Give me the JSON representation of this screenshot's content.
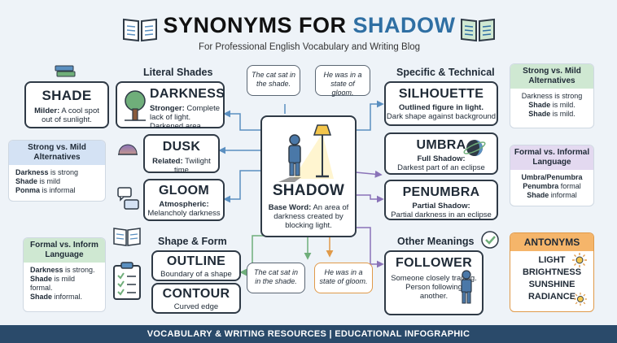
{
  "header": {
    "title_main": "SYNONYMS FOR",
    "title_accent": "SHADOW",
    "subtitle": "For Professional English Vocabulary and Writing Blog"
  },
  "sections": {
    "literal": "Literal Shades",
    "shape": "Shape & Form",
    "specific": "Specific & Technical",
    "other": "Other Meanings"
  },
  "center": {
    "word": "SHADOW",
    "label": "Base Word:",
    "text": "An area of darkness created by blocking light."
  },
  "cards": {
    "shade": {
      "word": "SHADE",
      "label": "Milder:",
      "text": "A cool spot out of sunlight."
    },
    "darkness": {
      "word": "DARKNESS",
      "label": "Stronger:",
      "text": "Complete lack of light. Darkened area"
    },
    "dusk": {
      "word": "DUSK",
      "label": "Related:",
      "text": "Twilight time"
    },
    "gloom": {
      "word": "GLOOM",
      "label": "Atmospheric:",
      "text": "Melancholy darkness"
    },
    "outline": {
      "word": "OUTLINE",
      "text": "Boundary of a shape"
    },
    "contour": {
      "word": "CONTOUR",
      "text": "Curved edge"
    },
    "silhouette": {
      "word": "SILHOUETTE",
      "label": "Outlined figure in light.",
      "text": "Dark shape against background"
    },
    "umbra": {
      "word": "UMBRA",
      "label": "Full Shadow:",
      "text": "Darkest part of an eclipse"
    },
    "penumbra": {
      "word": "PENUMBRA",
      "label": "Partial Shadow:",
      "text": "Partial darkness in an eclipse"
    },
    "follower": {
      "word": "FOLLOWER",
      "text": "Someone closely trailing. Person following another."
    }
  },
  "bubbles": {
    "top_left": "The cat sat in the shade.",
    "top_right": "He was in a state of gloom.",
    "bottom_left": "The cat sat in in the shade.",
    "bottom_right": "He was in a state of gloom."
  },
  "side_panels": {
    "left_mid": {
      "title": "Strong vs. Mild Alternatives",
      "lines": [
        {
          "b": "Darkness",
          "t": " is strong"
        },
        {
          "b": "Shade",
          "t": " is mild"
        },
        {
          "b": "Ponma",
          "t": " is informal"
        }
      ]
    },
    "left_bottom": {
      "title": "Formal vs. Inform Language",
      "lines": [
        {
          "b": "Darkness",
          "t": " is strong."
        },
        {
          "b": "Shade",
          "t": " is mild formal."
        },
        {
          "b": "Shade",
          "t": " informal."
        }
      ]
    },
    "right_top": {
      "title": "Strong vs. Mild Alternatives",
      "lines": [
        {
          "b": "",
          "t": "Darkness is strong"
        },
        {
          "b": "Shade",
          "t": " is mild."
        },
        {
          "b": "Shade",
          "t": " is mild."
        }
      ]
    },
    "right_mid": {
      "title": "Formal vs. Informal Language",
      "lines": [
        {
          "b": "Umbra/Penumbra",
          "t": ""
        },
        {
          "b": "Penumbra",
          "t": " formal"
        },
        {
          "b": "Shade",
          "t": " informal"
        }
      ]
    },
    "antonyms": {
      "title": "ANTONYMS",
      "words": [
        "LIGHT",
        "BRIGHTNESS",
        "SUNSHINE",
        "RADIANCE"
      ]
    }
  },
  "footer": "VOCABULARY & WRITING RESOURCES | EDUCATIONAL INFOGRAPHIC",
  "colors": {
    "accent_blue": "#2f6fa3",
    "connector_blue": "#5a8fc0",
    "connector_purple": "#8a73b8",
    "connector_green": "#6fae7a",
    "connector_orange": "#e09a4a",
    "panel_green": "#cfe8d2",
    "panel_blue": "#d4e2f4",
    "panel_purple": "#e3d9f0",
    "panel_orange": "#f5b56a"
  }
}
